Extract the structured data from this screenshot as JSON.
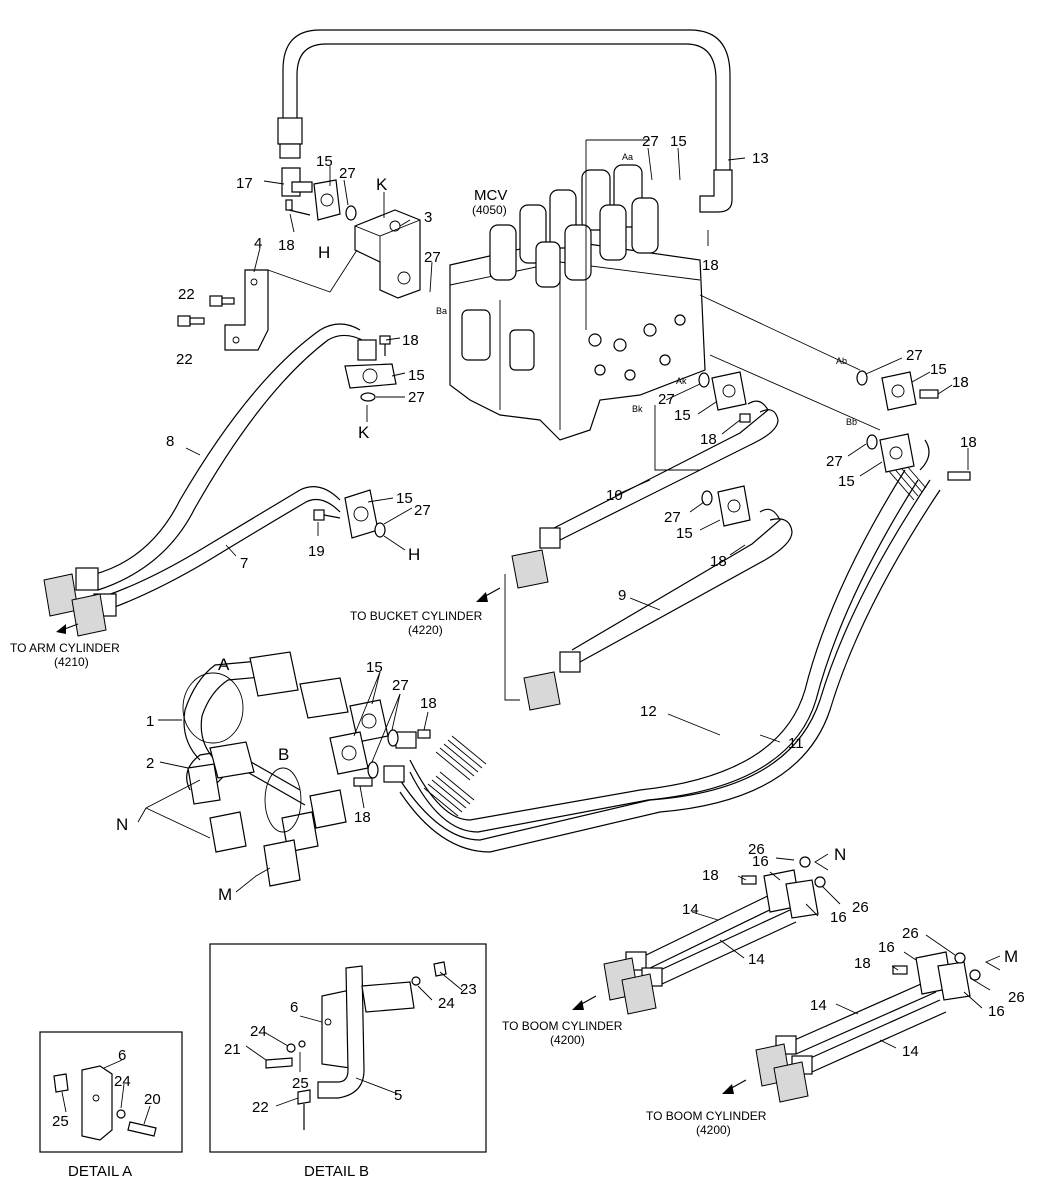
{
  "mcv": {
    "label": "MCV",
    "code": "(4050)"
  },
  "ports": {
    "aa": "Aa",
    "ab": "Ab",
    "ak": "Ak",
    "bb": "Bb",
    "bk": "Bk",
    "ba": "Ba"
  },
  "connections": {
    "to_arm_cylinder": {
      "line1": "TO ARM CYLINDER",
      "line2": "(4210)"
    },
    "to_bucket_cylinder": {
      "line1": "TO BUCKET CYLINDER",
      "line2": "(4220)"
    },
    "to_boom_cylinder_1": {
      "line1": "TO BOOM CYLINDER",
      "line2": "(4200)"
    },
    "to_boom_cylinder_2": {
      "line1": "TO BOOM CYLINDER",
      "line2": "(4200)"
    }
  },
  "references": {
    "K": "K",
    "H": "H",
    "N": "N",
    "M": "M",
    "A": "A",
    "B": "B"
  },
  "details": {
    "detail_a": "DETAIL A",
    "detail_b": "DETAIL B"
  },
  "part_numbers": {
    "p1": "1",
    "p2": "2",
    "p3": "3",
    "p4": "4",
    "p5": "5",
    "p6": "6",
    "p7": "7",
    "p8": "8",
    "p9": "9",
    "p10": "10",
    "p11": "11",
    "p12": "12",
    "p13": "13",
    "p14": "14",
    "p15": "15",
    "p16": "16",
    "p17": "17",
    "p18": "18",
    "p19": "19",
    "p20": "20",
    "p21": "21",
    "p22": "22",
    "p23": "23",
    "p24": "24",
    "p25": "25",
    "p26": "26",
    "p27": "27"
  }
}
